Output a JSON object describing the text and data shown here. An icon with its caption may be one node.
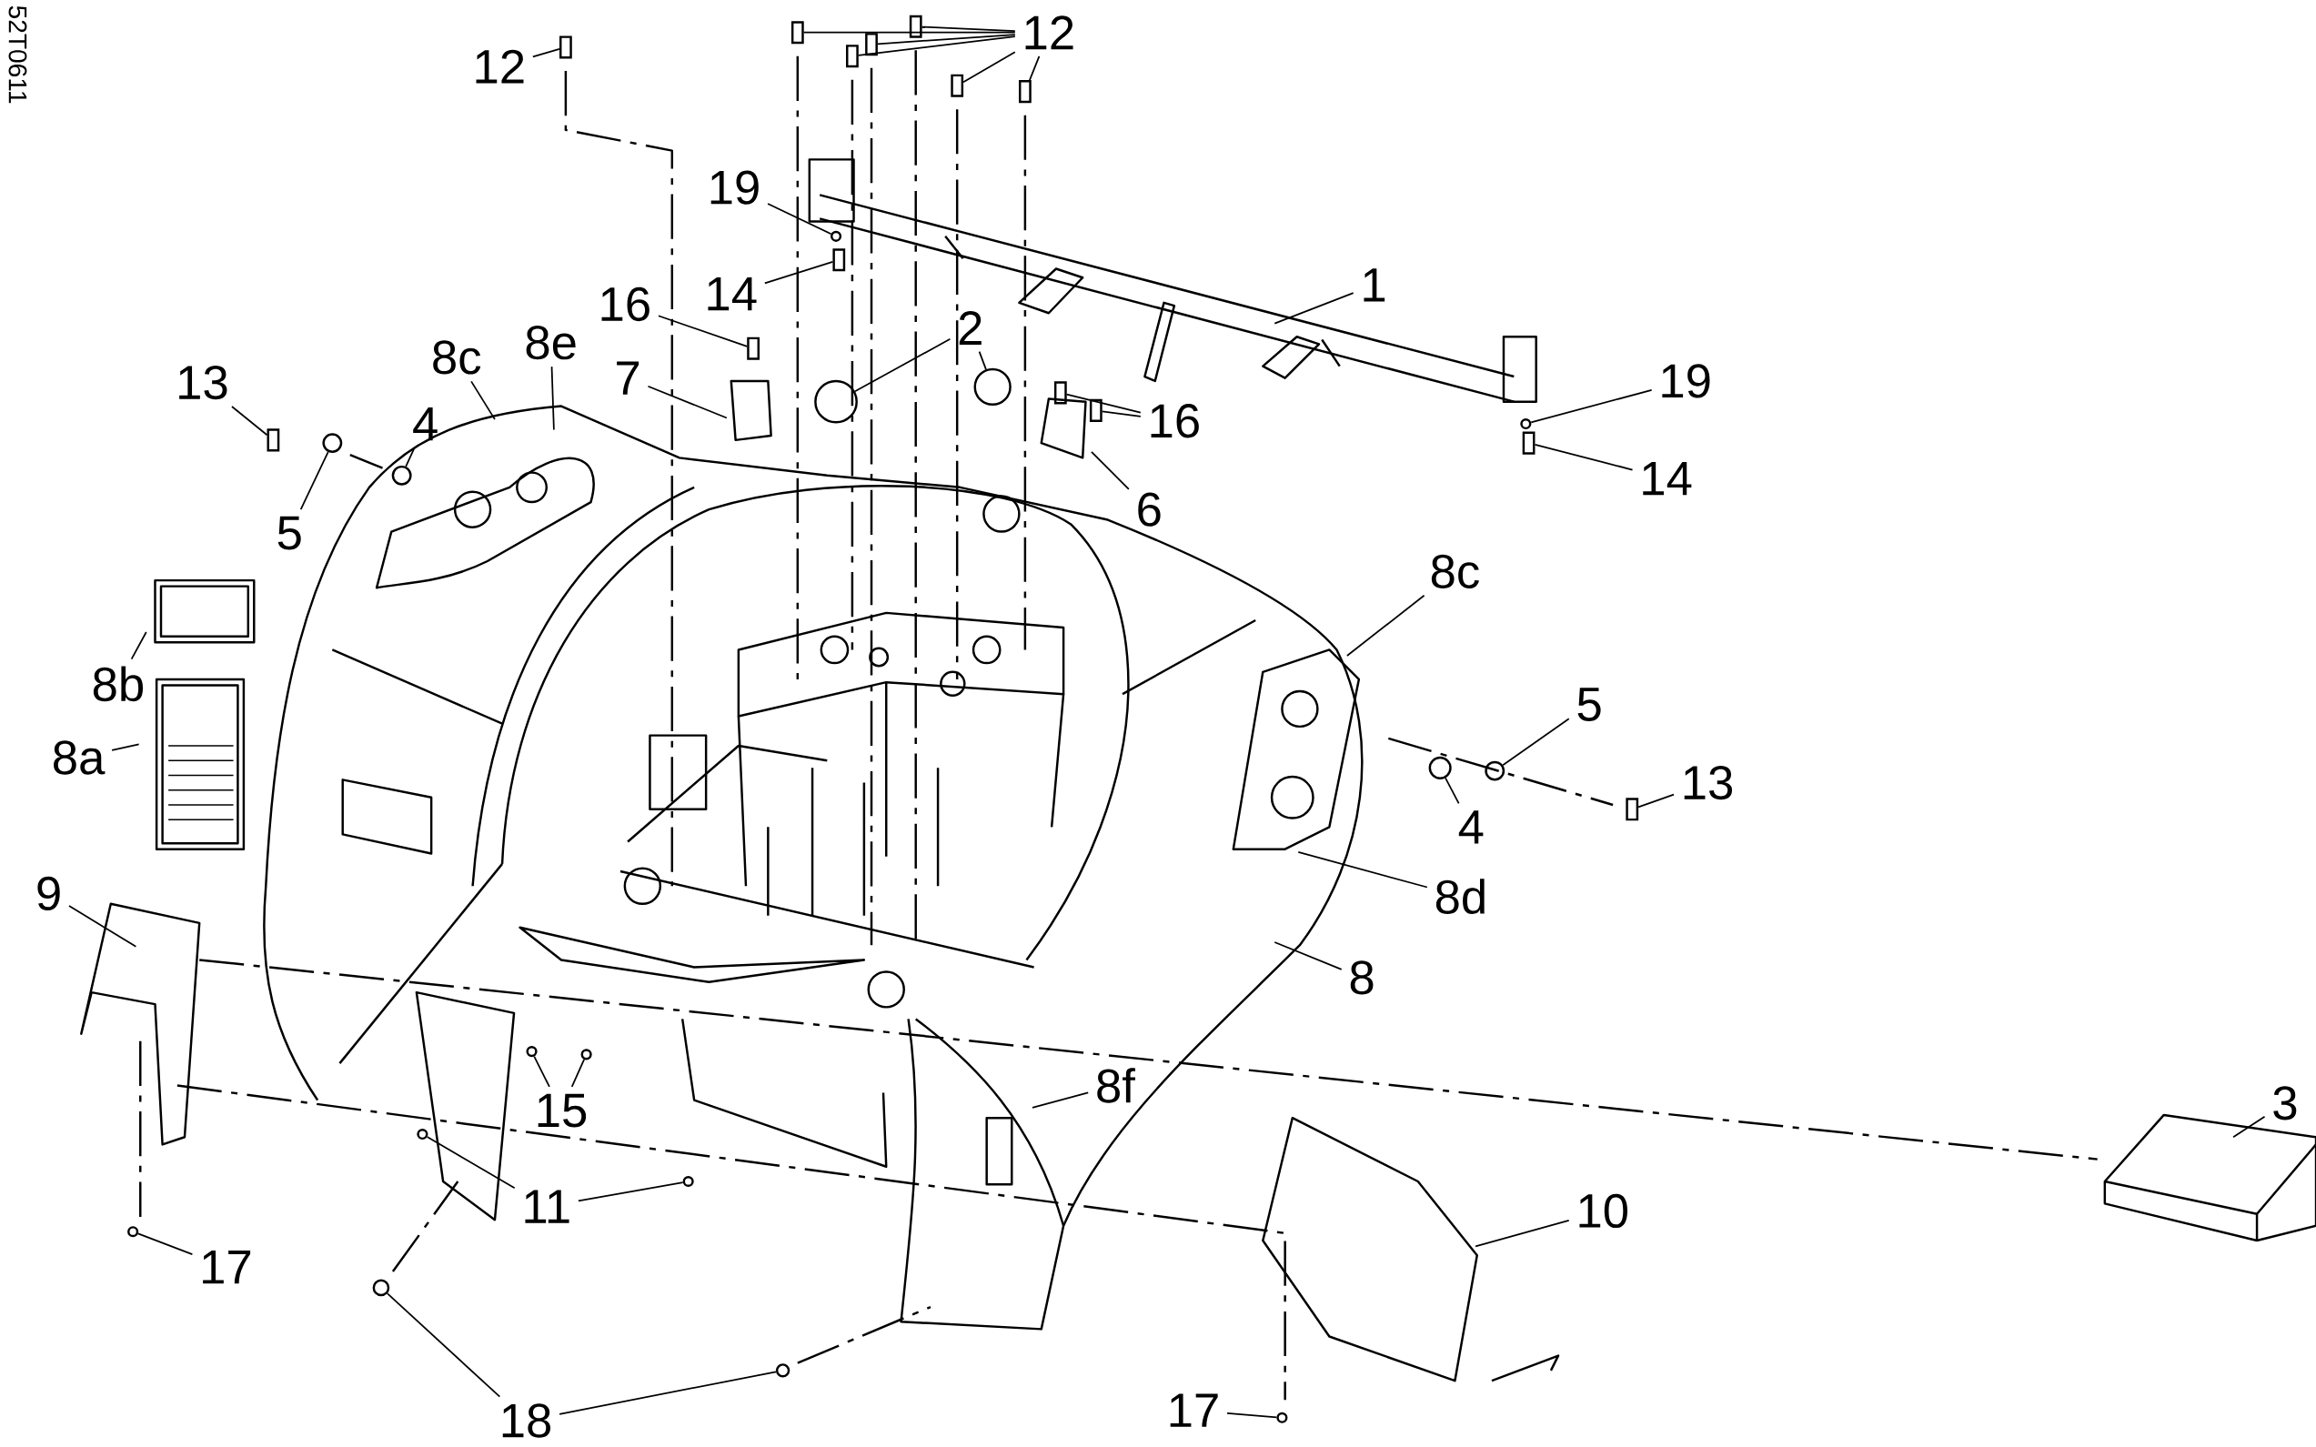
{
  "diagram": {
    "nodes": [
      {
        "text": [
          "12"
        ]
      },
      {
        "text": [
          "12"
        ]
      },
      {
        "text": [
          "19"
        ]
      },
      {
        "text": [
          "1"
        ]
      },
      {
        "text": [
          "14"
        ]
      },
      {
        "text": [
          "16"
        ]
      },
      {
        "text": [
          "2"
        ]
      },
      {
        "text": [
          "8e"
        ]
      },
      {
        "text": [
          "8c"
        ]
      },
      {
        "text": [
          "7"
        ]
      },
      {
        "text": [
          "19"
        ]
      },
      {
        "text": [
          "13"
        ]
      },
      {
        "text": [
          "16"
        ]
      },
      {
        "text": [
          "4"
        ]
      },
      {
        "text": [
          "14"
        ]
      },
      {
        "text": [
          "6"
        ]
      },
      {
        "text": [
          "5"
        ]
      },
      {
        "text": [
          "8c"
        ]
      },
      {
        "text": [
          "8b"
        ]
      },
      {
        "text": [
          "5"
        ]
      },
      {
        "text": [
          "8a"
        ]
      },
      {
        "text": [
          "13"
        ]
      },
      {
        "text": [
          "4"
        ]
      },
      {
        "text": [
          "9"
        ]
      },
      {
        "text": [
          "8d"
        ]
      },
      {
        "text": [
          "8"
        ]
      },
      {
        "text": [
          "8f"
        ]
      },
      {
        "text": [
          "3"
        ]
      },
      {
        "text": [
          "15"
        ]
      },
      {
        "text": [
          "11"
        ]
      },
      {
        "text": [
          "10"
        ]
      },
      {
        "text": [
          "17"
        ]
      },
      {
        "text": [
          "17"
        ]
      },
      {
        "text": [
          "18"
        ]
      },
      {
        "text": [],
        "shape": "circle"
      },
      {
        "text": [],
        "shape": "bolt"
      },
      {
        "text": [],
        "shape": "circle"
      },
      {
        "text": [],
        "shape": "circle"
      },
      {
        "text": [],
        "shape": "circle"
      },
      {
        "text": [],
        "shape": "circle"
      },
      {
        "text": [],
        "shape": "circle"
      },
      {
        "text": [],
        "shape": "bolt"
      },
      {
        "text": [],
        "shape": "circle"
      },
      {
        "text": [],
        "shape": "circle"
      },
      {
        "text": [],
        "shape": "bolt"
      },
      {
        "text": [],
        "shape": "circle"
      },
      {
        "text": [],
        "shape": "bolt"
      },
      {
        "text": [],
        "shape": "circle"
      },
      {
        "text": [],
        "shape": "circle"
      },
      {
        "text": [],
        "shape": "bolt"
      },
      {
        "text": [],
        "shape": "bolt"
      },
      {
        "text": [],
        "shape": "bolt"
      },
      {
        "text": [],
        "shape": "bolt"
      },
      {
        "text": [],
        "shape": "bolt"
      },
      {
        "text": [],
        "shape": "circle"
      },
      {
        "text": [],
        "shape": "bolt"
      },
      {
        "text": [],
        "shape": "bolt"
      },
      {
        "text": [],
        "shape": "bolt"
      },
      {
        "text": [],
        "shape": "circle"
      },
      {
        "text": [],
        "shape": "circle"
      },
      {
        "text": [],
        "shape": "circle"
      },
      {
        "text": [],
        "shape": "circle"
      },
      {
        "text": [],
        "shape": "bolt"
      },
      {
        "text": [],
        "shape": "bolt"
      }
    ],
    "edges": [
      {
        "from": 0,
        "to": 41,
        "arrow": "none"
      },
      {
        "from": 1,
        "to": 46,
        "arrow": "none"
      },
      {
        "from": 1,
        "to": 50,
        "arrow": "none"
      },
      {
        "from": 1,
        "to": 51,
        "arrow": "none"
      },
      {
        "from": 1,
        "to": 52,
        "arrow": "none"
      },
      {
        "from": 1,
        "to": 53,
        "arrow": "none"
      },
      {
        "from": 1,
        "to": 55,
        "arrow": "none"
      },
      {
        "from": 2,
        "to": 47,
        "arrow": "none"
      },
      {
        "from": 3,
        "to": null,
        "arrow": "none"
      },
      {
        "from": 4,
        "to": 49,
        "arrow": "none"
      },
      {
        "from": 5,
        "to": 44,
        "arrow": "none"
      },
      {
        "from": 6,
        "to": 48,
        "arrow": "none"
      },
      {
        "from": 6,
        "to": 54,
        "arrow": "none"
      },
      {
        "from": 7,
        "to": null,
        "arrow": "none"
      },
      {
        "from": 8,
        "to": null,
        "arrow": "none"
      },
      {
        "from": 9,
        "to": null,
        "arrow": "none"
      },
      {
        "from": 10,
        "to": 61,
        "arrow": "none"
      },
      {
        "from": 11,
        "to": 35,
        "arrow": "none"
      },
      {
        "from": 12,
        "to": 56,
        "arrow": "none"
      },
      {
        "from": 12,
        "to": 57,
        "arrow": "none"
      },
      {
        "from": 13,
        "to": 38,
        "arrow": "none"
      },
      {
        "from": 14,
        "to": 62,
        "arrow": "none"
      },
      {
        "from": 15,
        "to": null,
        "arrow": "none"
      },
      {
        "from": 16,
        "to": 36,
        "arrow": "none"
      },
      {
        "from": 17,
        "to": null,
        "arrow": "none"
      },
      {
        "from": 18,
        "to": null,
        "arrow": "none"
      },
      {
        "from": 19,
        "to": 60,
        "arrow": "none"
      },
      {
        "from": 20,
        "to": null,
        "arrow": "none"
      },
      {
        "from": 21,
        "to": 63,
        "arrow": "none"
      },
      {
        "from": 22,
        "to": 59,
        "arrow": "none"
      },
      {
        "from": 23,
        "to": null,
        "arrow": "none"
      },
      {
        "from": 24,
        "to": null,
        "arrow": "none"
      },
      {
        "from": 25,
        "to": null,
        "arrow": "none"
      },
      {
        "from": 26,
        "to": null,
        "arrow": "none"
      },
      {
        "from": 27,
        "to": null,
        "arrow": "none"
      },
      {
        "from": 28,
        "to": 40,
        "arrow": "none"
      },
      {
        "from": 28,
        "to": 42,
        "arrow": "none"
      },
      {
        "from": 29,
        "to": 39,
        "arrow": "none"
      },
      {
        "from": 29,
        "to": 43,
        "arrow": "none"
      },
      {
        "from": 30,
        "to": null,
        "arrow": "none"
      },
      {
        "from": 31,
        "to": 34,
        "arrow": "none"
      },
      {
        "from": 32,
        "to": 58,
        "arrow": "none"
      },
      {
        "from": 33,
        "to": 37,
        "arrow": "none"
      },
      {
        "from": 33,
        "to": 45,
        "arrow": "none"
      }
    ],
    "labels": [
      "52T0611"
    ]
  }
}
